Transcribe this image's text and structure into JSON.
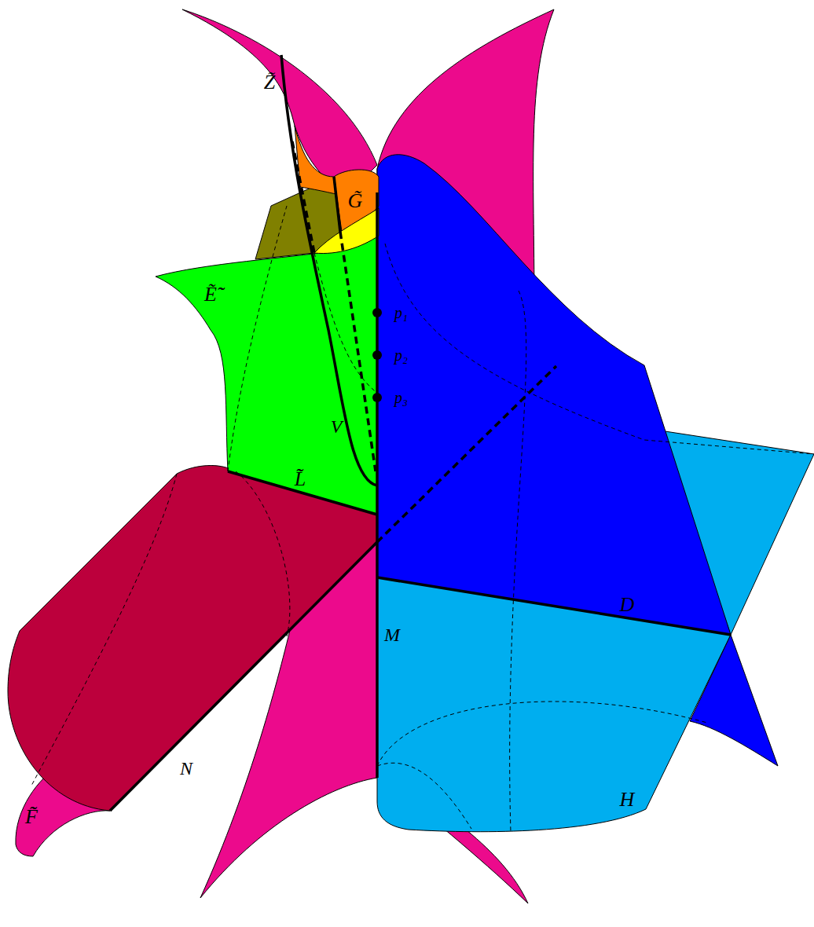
{
  "diagram": {
    "labels": [
      "Z̃",
      "G̃",
      "Ẽ̃̃",
      "p₁",
      "p₂",
      "p₃",
      "V",
      "L̃̃",
      "D",
      "M",
      "N",
      "F̃̃",
      "H"
    ]
  }
}
